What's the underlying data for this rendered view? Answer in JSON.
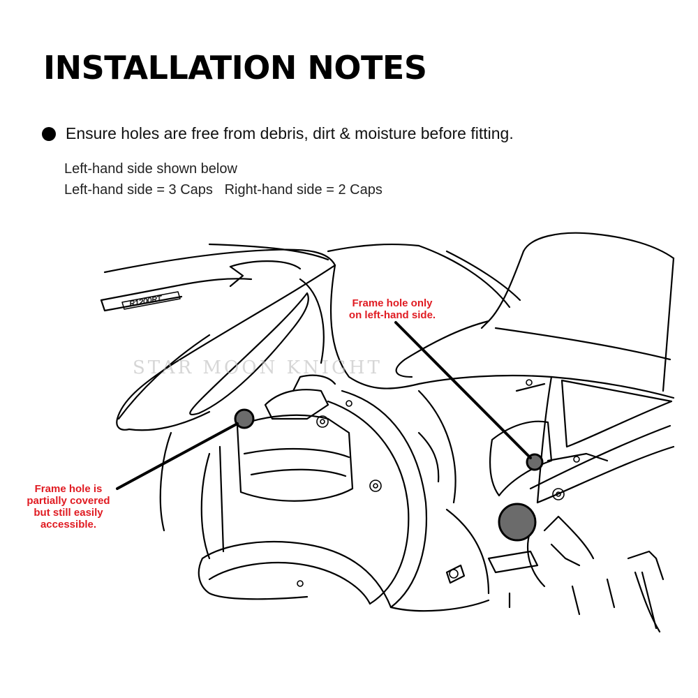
{
  "header": {
    "title": "INSTALLATION NOTES"
  },
  "notes": {
    "bullet": "Ensure holes are free from debris, dirt & moisture before fitting.",
    "line1": "Left-hand side shown below",
    "line2_left": "Left-hand side = 3 Caps",
    "line2_right": "Right-hand side = 2 Caps"
  },
  "diagram": {
    "badge": "R1200RT",
    "watermark": "STAR MOON KNIGHT",
    "callout_right": [
      "Frame hole only",
      "on left-hand side."
    ],
    "callout_left": [
      "Frame hole is",
      "partially covered",
      "but still easily",
      "accessible."
    ],
    "colors": {
      "callout": "#e01b22",
      "cap": "#6b6b6b",
      "line": "#000000"
    }
  }
}
